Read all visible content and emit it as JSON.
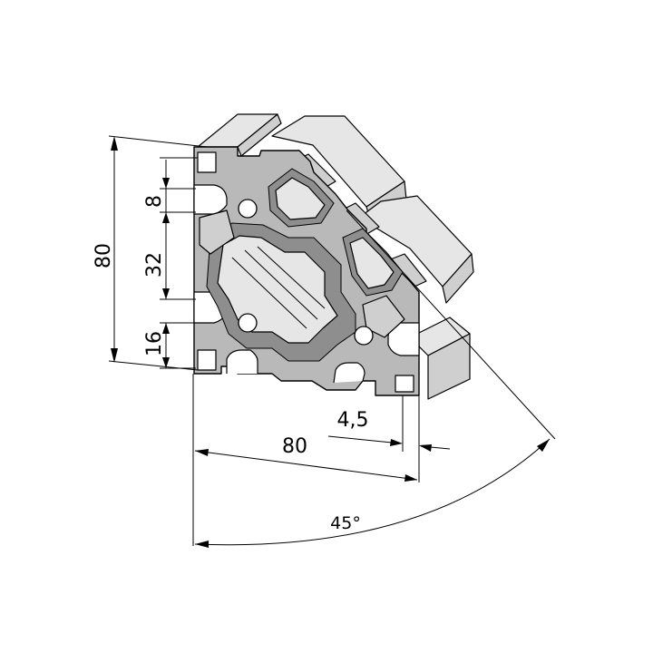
{
  "dimensions": {
    "height_total": "80",
    "slot_width": "8",
    "center_spacing": "32",
    "edge_offset": "16",
    "width_total": "80",
    "wall": "4,5",
    "angle": "45°"
  },
  "colors": {
    "profile_face": "#b9b9b9",
    "profile_highlight": "#e6e6e6",
    "profile_shadow": "#8e8e8e",
    "lines": "#000000"
  }
}
